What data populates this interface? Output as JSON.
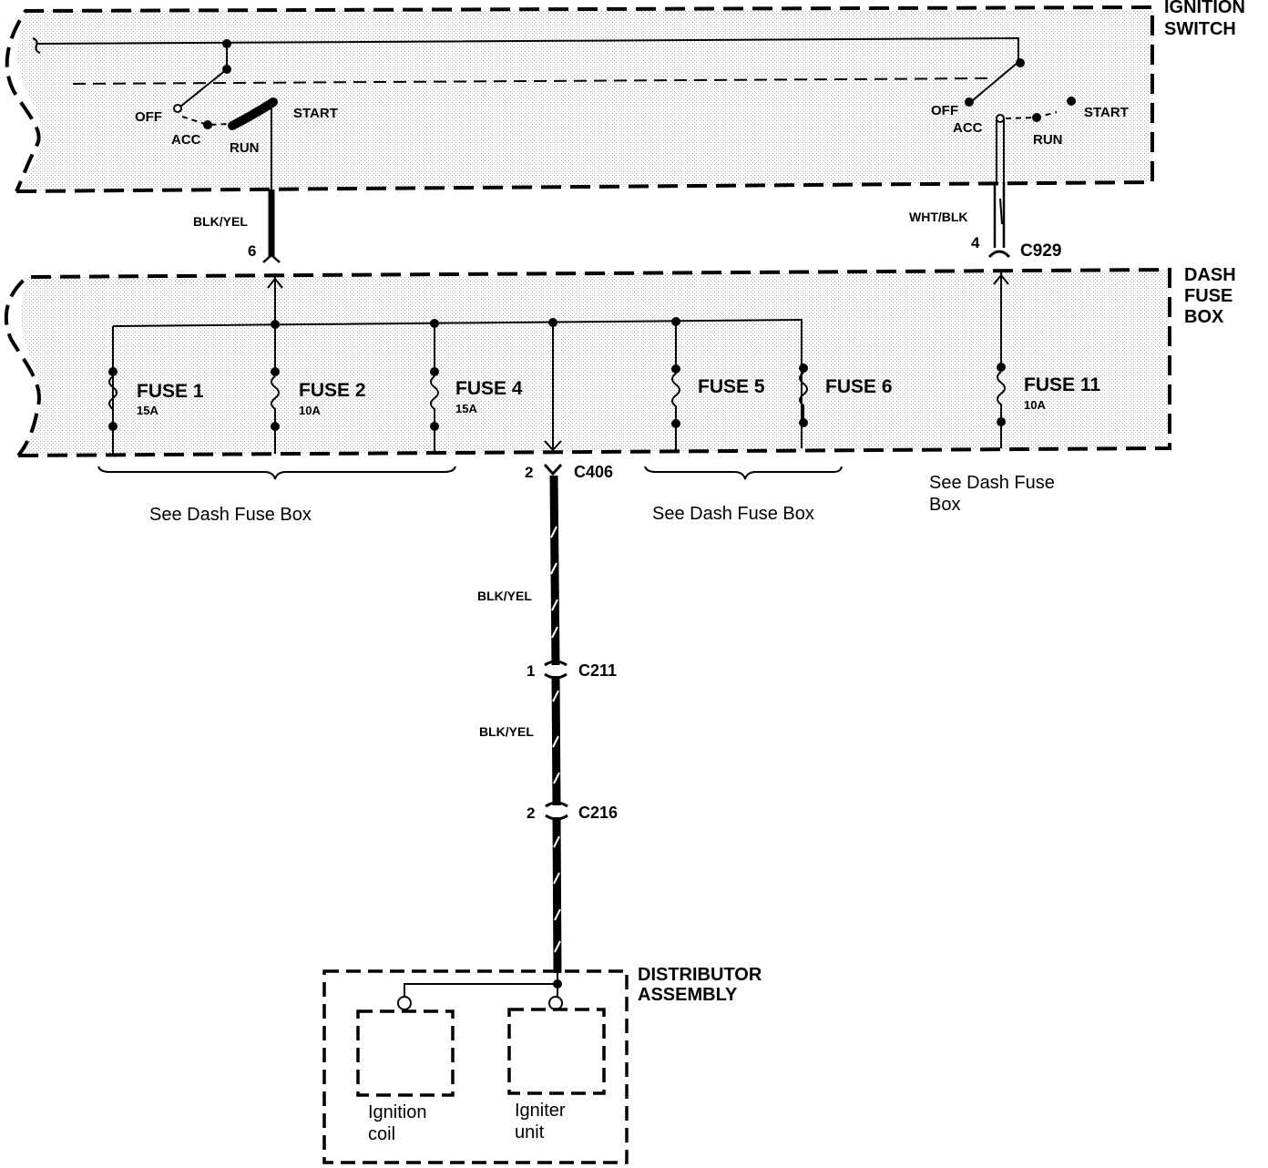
{
  "ignition_switch": {
    "title_line1": "IGNITION",
    "title_line2": "SWITCH",
    "left_switch": {
      "off": "OFF",
      "acc": "ACC",
      "run": "RUN",
      "start": "START"
    },
    "right_switch": {
      "off": "OFF",
      "acc": "ACC",
      "run": "RUN",
      "start": "START"
    }
  },
  "dash_fuse_box": {
    "title_line1": "DASH",
    "title_line2": "FUSE",
    "title_line3": "BOX",
    "fuses": [
      {
        "name": "FUSE 1",
        "rating": "15A"
      },
      {
        "name": "FUSE 2",
        "rating": "10A"
      },
      {
        "name": "FUSE 4",
        "rating": "15A"
      },
      {
        "name": "FUSE 5",
        "rating": ""
      },
      {
        "name": "FUSE 6",
        "rating": ""
      },
      {
        "name": "FUSE 11",
        "rating": "10A"
      }
    ],
    "see_left": "See Dash Fuse Box",
    "see_mid": "See Dash Fuse Box",
    "see_right_line1": "See Dash Fuse",
    "see_right_line2": "Box"
  },
  "wires": {
    "w1_color": "BLK/YEL",
    "w1_pin": "6",
    "w2_color": "WHT/BLK",
    "w2_pin": "4",
    "w2_connector": "C929",
    "w3_color": "BLK/YEL",
    "w4_color": "BLK/YEL"
  },
  "connectors": {
    "c406_pin": "2",
    "c406_name": "C406",
    "c211_pin": "1",
    "c211_name": "C211",
    "c216_pin": "2",
    "c216_name": "C216"
  },
  "distributor": {
    "title_line1": "DISTRIBUTOR",
    "title_line2": "ASSEMBLY",
    "coil_line1": "Ignition",
    "coil_line2": "coil",
    "igniter_line1": "Igniter",
    "igniter_line2": "unit"
  }
}
